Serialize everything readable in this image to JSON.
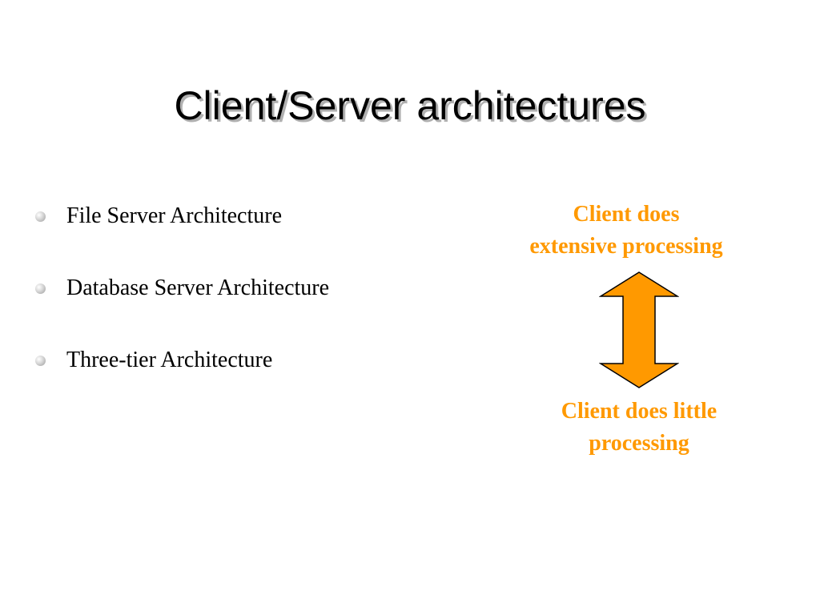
{
  "slide": {
    "title": "Client/Server architectures"
  },
  "bullets": [
    {
      "text": "File Server Architecture"
    },
    {
      "text": "Database Server Architecture"
    },
    {
      "text": "Three-tier Architecture"
    }
  ],
  "notes": {
    "top": {
      "line1": "Client does",
      "line2": "extensive processing"
    },
    "bottom": {
      "line1": "Client does little",
      "line2": "processing"
    }
  },
  "colors": {
    "accent": "#ff9900",
    "arrow_fill": "#ff9900",
    "arrow_stroke": "#000000"
  },
  "icons": {
    "arrow": "up-down-arrow-icon",
    "bullet": "bullet-dot-icon"
  }
}
